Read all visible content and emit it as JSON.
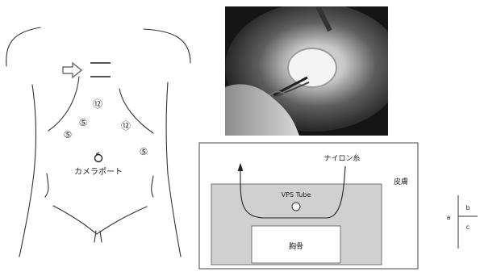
{
  "torso": {
    "port_labels": [
      "⑫",
      "⑤",
      "⑫",
      "⑤",
      "⑤"
    ],
    "camera_port_label": "カメラポート"
  },
  "schematic": {
    "suture_label": "ナイロン糸",
    "skin_label": "皮膚",
    "tube_label": "VPS Tube",
    "bone_label": "胸骨"
  },
  "legend": {
    "a": "a",
    "b": "b",
    "c": "c"
  }
}
